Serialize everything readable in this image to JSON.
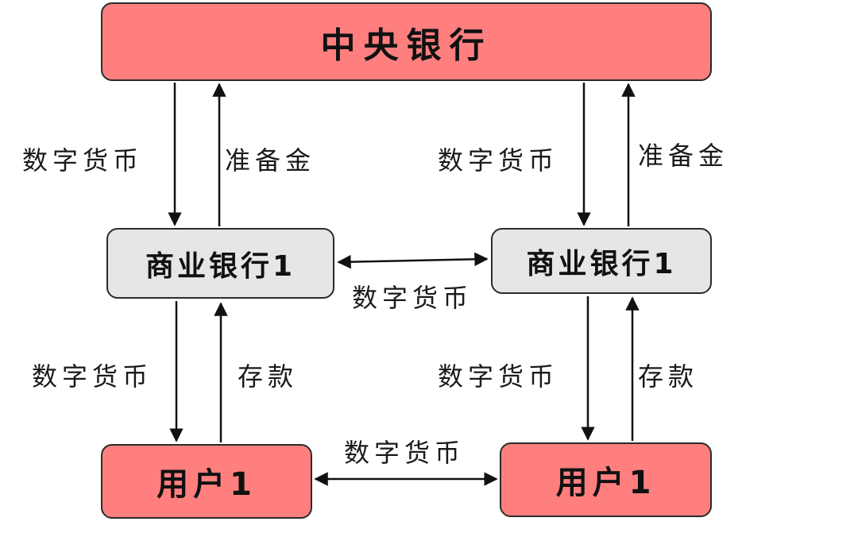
{
  "nodes": {
    "central_bank": "中央银行",
    "bank_left": "商业银行1",
    "bank_right": "商业银行1",
    "user_left": "用户1",
    "user_right": "用户1"
  },
  "labels": {
    "cb_to_bank_left": "数字货币",
    "bank_left_to_cb": "准备金",
    "cb_to_bank_right": "数字货币",
    "bank_right_to_cb": "准备金",
    "bank_to_bank": "数字货币",
    "bank_left_to_user_left": "数字货币",
    "user_left_to_bank_left": "存款",
    "bank_right_to_user_right": "数字货币",
    "user_right_to_bank_right": "存款",
    "user_to_user": "数字货币"
  },
  "colors": {
    "red_node": "#ff7f7f",
    "gray_node": "#e6e6e6",
    "border": "#2b2b2b",
    "arrow": "#111111"
  }
}
